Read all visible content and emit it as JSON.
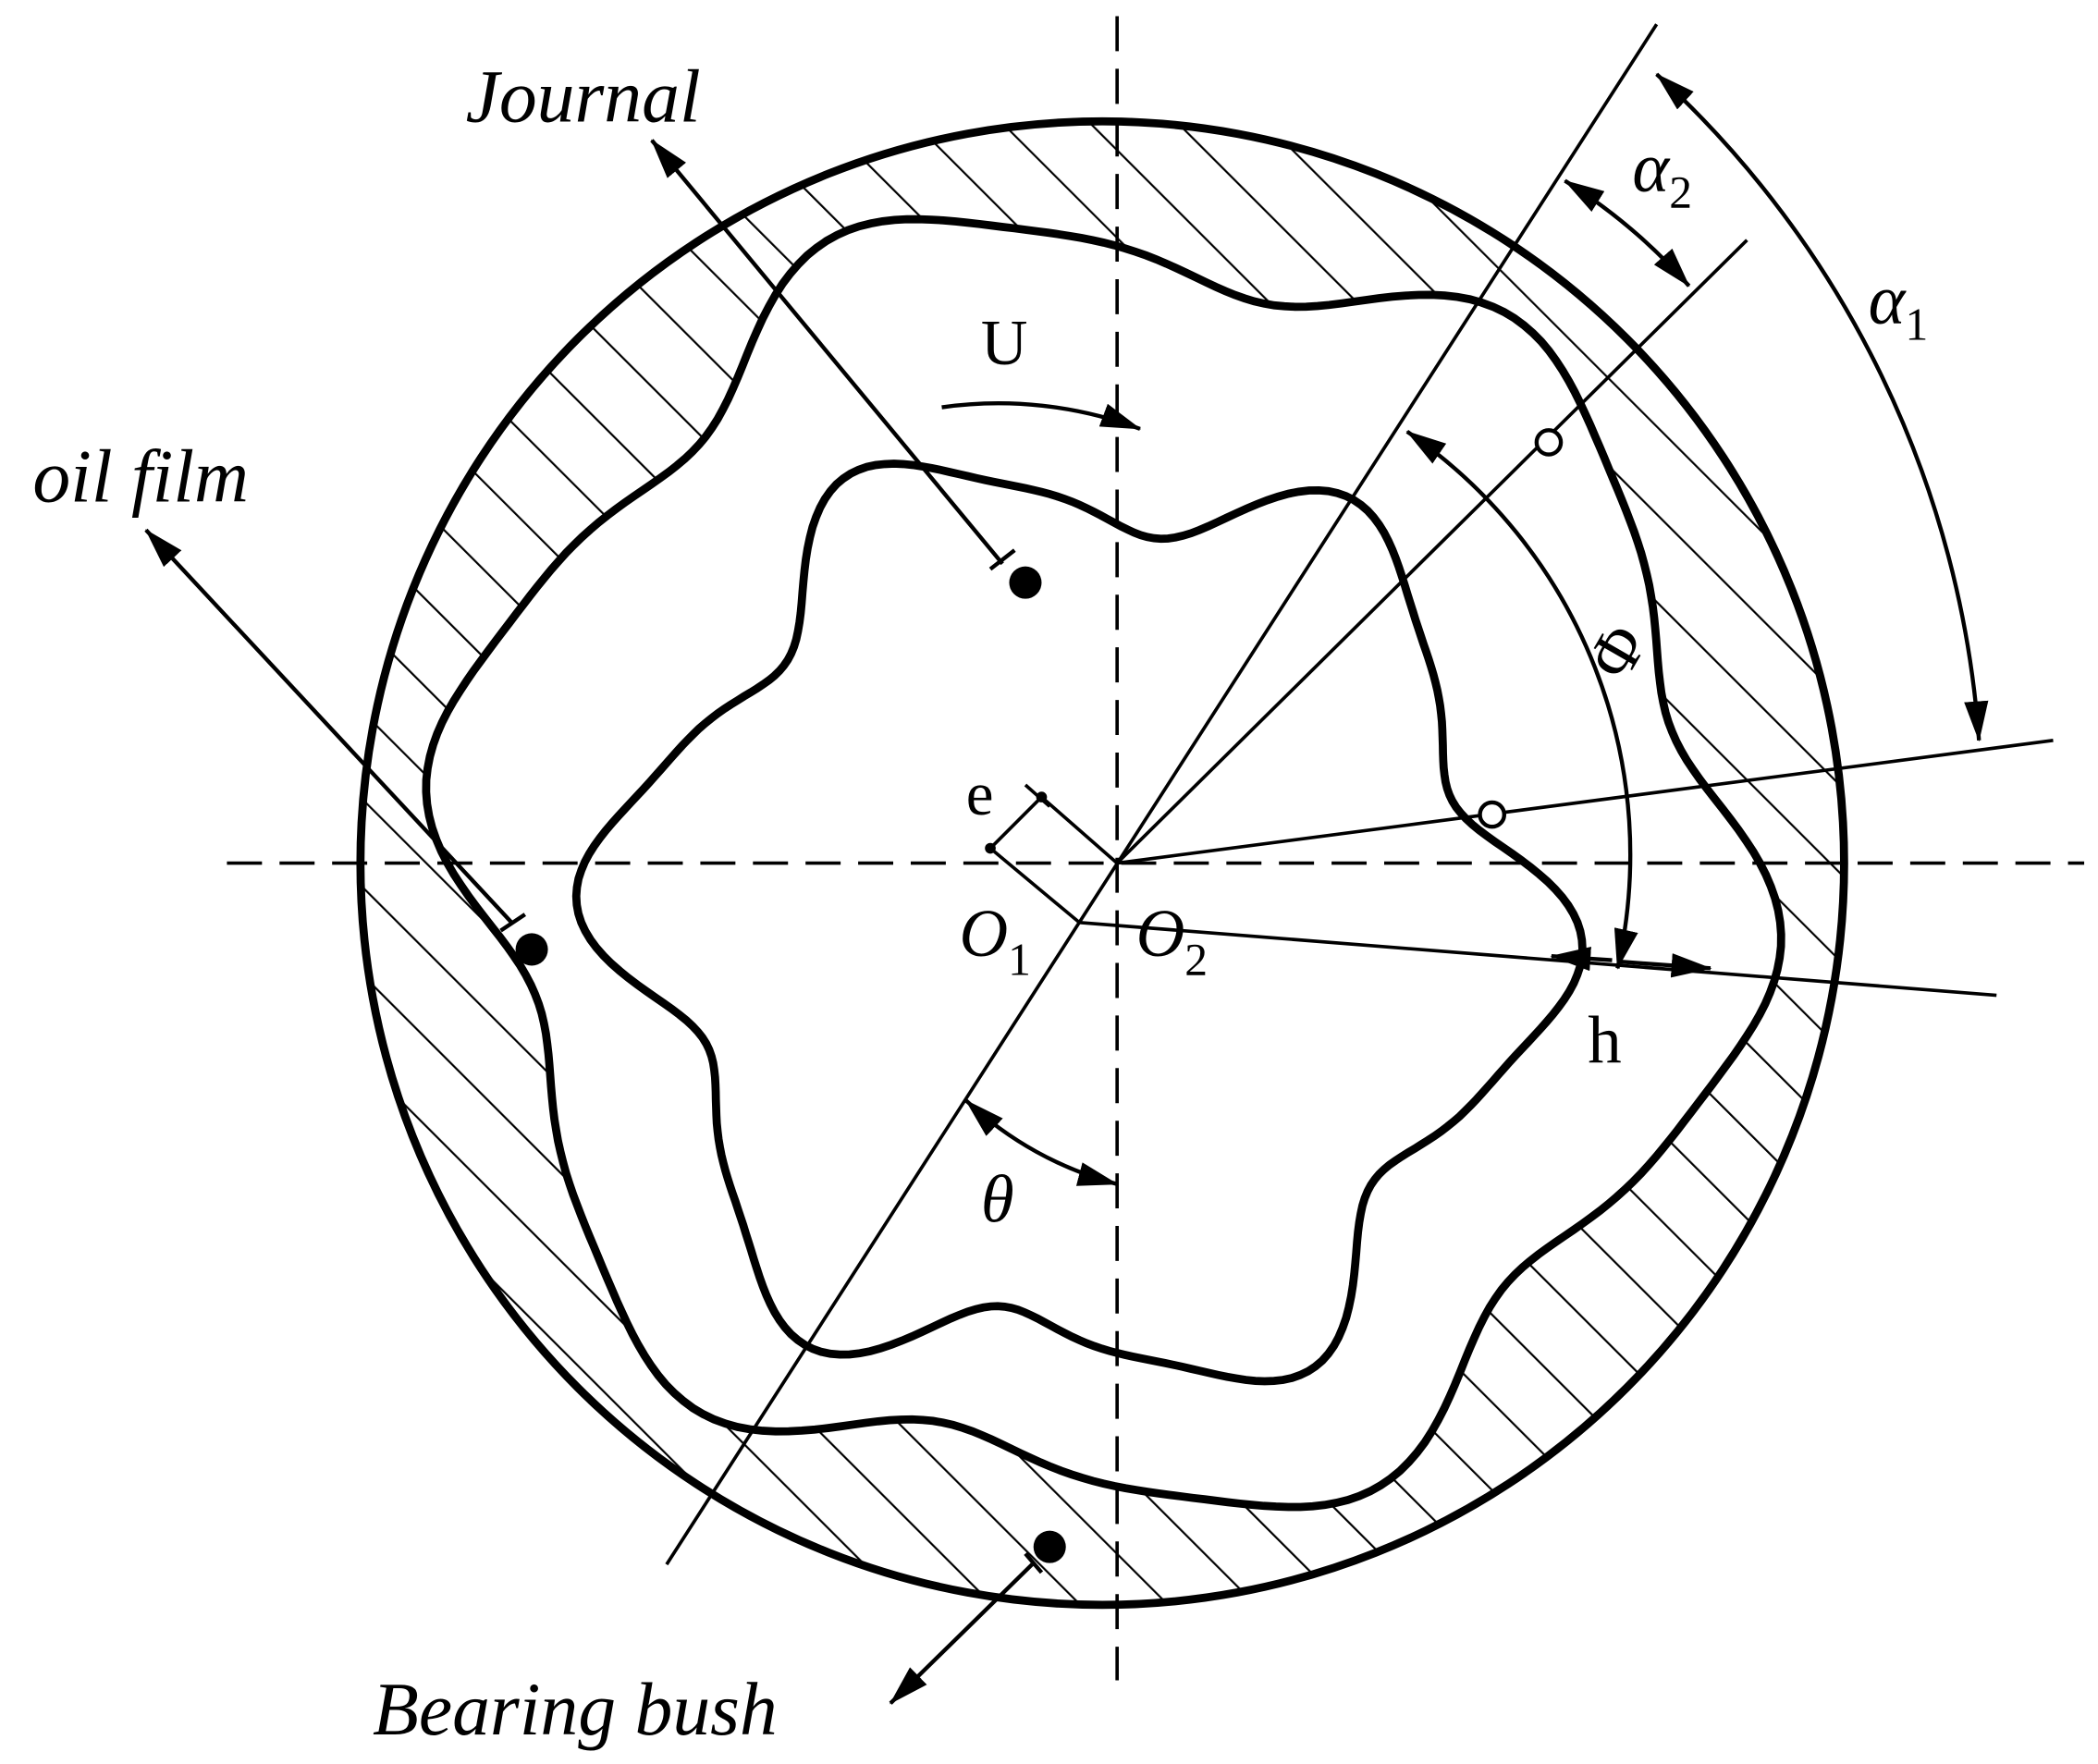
{
  "labels": {
    "journal": "Journal",
    "oil_film": "oil film",
    "bearing_bush": "Bearing bush",
    "velocity": "U",
    "eccentricity": "e",
    "journal_center": "O",
    "journal_center_sub": "1",
    "bearing_center": "O",
    "bearing_center_sub": "2",
    "alpha1": "α",
    "alpha1_sub": "1",
    "alpha2": "α",
    "alpha2_sub": "2",
    "phi": "Φ",
    "film_thickness": "h",
    "attitude_angle": "θ"
  }
}
